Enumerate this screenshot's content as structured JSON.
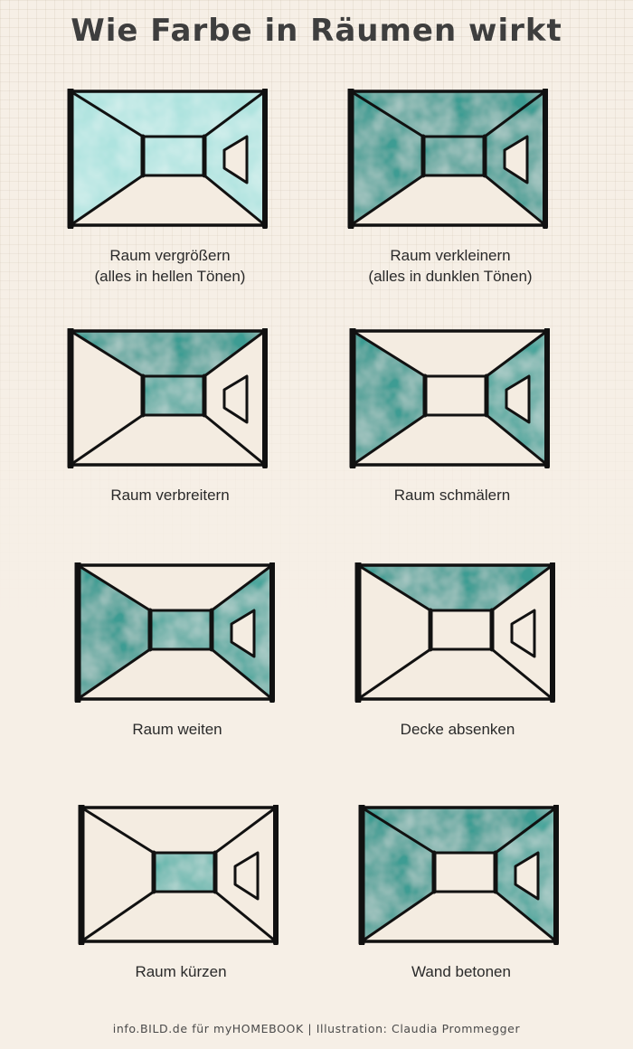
{
  "header": {
    "title": "Wie Farbe in Räumen wirkt"
  },
  "colors": {
    "background": "#f6efe6",
    "light_teal": "#aee3df",
    "dark_teal": "#3d9c93",
    "line": "#111111",
    "title_text": "#3e3e3e"
  },
  "panels": [
    {
      "caption_line1": "Raum vergrößern",
      "caption_line2": "(alles in hellen Tönen)",
      "shaded": "all surfaces light"
    },
    {
      "caption_line1": "Raum verkleinern",
      "caption_line2": "(alles in dunklen Tönen)",
      "shaded": "walls, ceiling, back wall dark"
    },
    {
      "caption_line1": "Raum verbreitern",
      "caption_line2": "",
      "shaded": "ceiling and back wall"
    },
    {
      "caption_line1": "Raum schmälern",
      "caption_line2": "",
      "shaded": "side walls"
    },
    {
      "caption_line1": "Raum weiten",
      "caption_line2": "",
      "shaded": "side walls and back wall"
    },
    {
      "caption_line1": "Decke absenken",
      "caption_line2": "",
      "shaded": "ceiling"
    },
    {
      "caption_line1": "Raum kürzen",
      "caption_line2": "",
      "shaded": "back wall"
    },
    {
      "caption_line1": "Wand betonen",
      "caption_line2": "",
      "shaded": "side walls and ceiling"
    }
  ],
  "footer": {
    "credit": "info.BILD.de für myHOMEBOOK | Illustration: Claudia Prommegger"
  }
}
